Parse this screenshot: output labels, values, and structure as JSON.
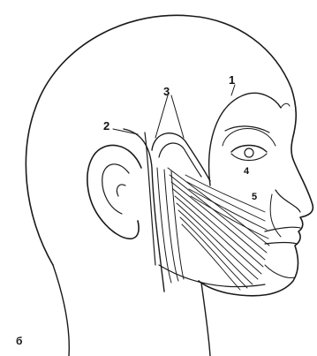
{
  "labels": {
    "l1": "1",
    "l2": "2",
    "l3": "3",
    "l4": "4",
    "l5": "5"
  },
  "caption": "б",
  "colors": {
    "line": "#1a1a1a",
    "background": "#ffffff"
  }
}
